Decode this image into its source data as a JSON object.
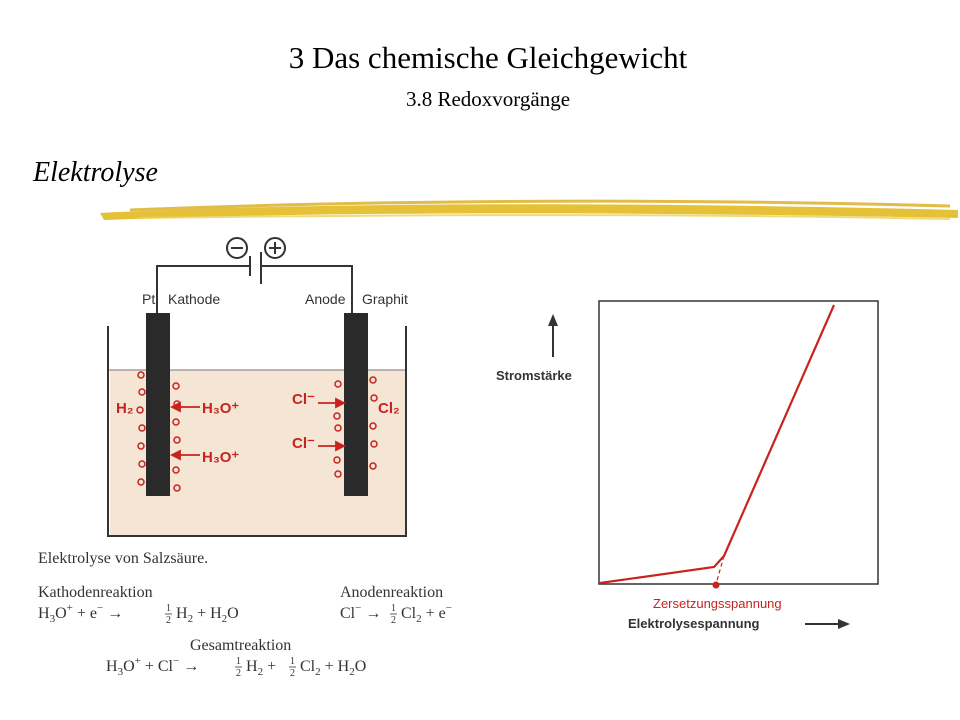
{
  "header": {
    "title": "3 Das chemische Gleichgewicht",
    "subtitle": "3.8 Redoxvorgänge",
    "section": "Elektrolyse"
  },
  "cell": {
    "minus_sign": "−",
    "plus_sign": "+",
    "left_material": "Pt",
    "left_electrode": "Kathode",
    "right_electrode": "Anode",
    "right_material": "Graphit",
    "h2_label": "H₂",
    "h3o_label_1": "H₃O⁺",
    "h3o_label_2": "H₃O⁺",
    "cl_label_1": "Cl⁻",
    "cl_label_2": "Cl⁻",
    "cl2_label": "Cl₂"
  },
  "reactions": {
    "caption": "Elektrolyse von Salzsäure.",
    "cathode_title": "Kathodenreaktion",
    "anode_title": "Anodenreaktion",
    "overall_title": "Gesamtreaktion"
  },
  "graph": {
    "y_label": "Stromstärke",
    "decomposition_label": "Zersetzungsspannung",
    "x_label": "Elektrolysespannung"
  },
  "colors": {
    "accent_red": "#c8231e",
    "highlighter": "#e3be2c",
    "electrolyte": "#f4e5d4",
    "electrode": "#2a2a2a"
  }
}
